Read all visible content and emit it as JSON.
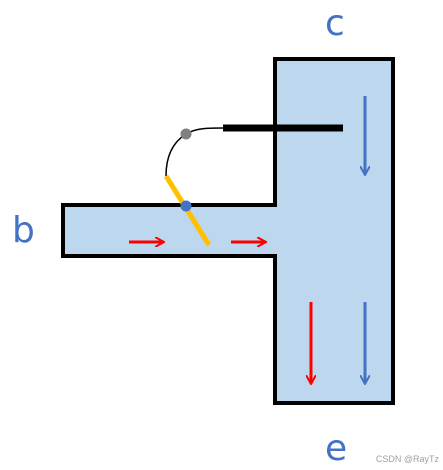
{
  "labels": {
    "c": "c",
    "b": "b",
    "e": "e"
  },
  "watermark": "CSDN @RayTz",
  "colors": {
    "pipe_fill": "#bdd7ee",
    "pipe_outline": "#000000",
    "label_blue": "#4472c4",
    "flow_blue": "#4472c4",
    "flow_red": "#ff0000",
    "valve_flap": "#ffc000",
    "pivot_blue": "#4472c4",
    "pivot_grey": "#808080"
  },
  "icons": [
    "arrow-down-icon",
    "arrow-right-icon",
    "valve-flap-icon",
    "rod-icon",
    "pivot-icon"
  ]
}
